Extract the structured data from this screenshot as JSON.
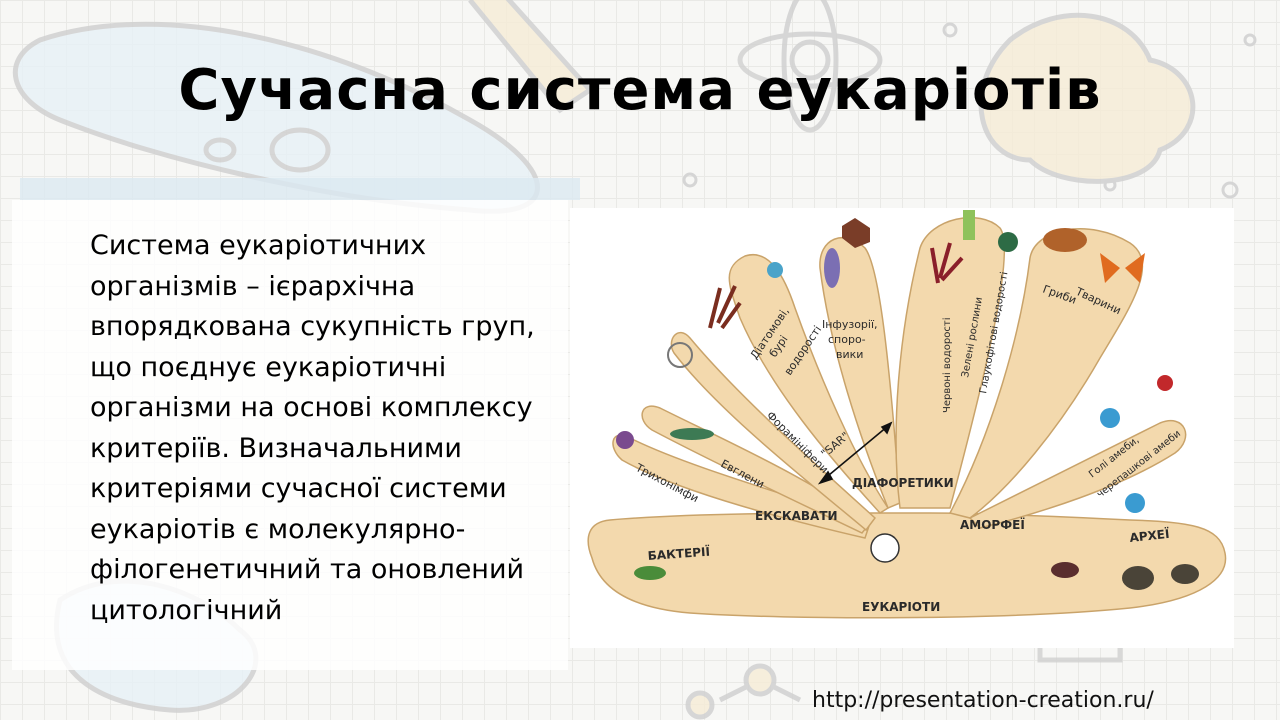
{
  "slide": {
    "title": "Сучасна система еукаріотів",
    "body_text": "Система еукаріотичних організмів – ієрархічна впорядкована сукупність груп, що поєднує еукаріотичні організми на основі комплексу критеріїв. Визначальними критеріями сучасної системи еукаріотів є молекулярно-філогенетичний та оновлений цитологічний",
    "footer_url": "http://presentation-creation.ru/"
  },
  "diagram": {
    "trunk": "ЕУКАРІОТИ",
    "groups": {
      "bacteria": "БАКТЕРІЇ",
      "archaea": "АРХЕЇ",
      "excavates": "ЕКСКАВАТИ",
      "diaphoretics": "ДІАФОРЕТИКИ",
      "amorphea": "АМОРФЕЇ",
      "sar": "\"SAR\""
    },
    "lineages": {
      "trichonymphs": "Трихонімфи",
      "euglenas": "Евглени",
      "foraminifera": "Форамініфери",
      "diatoms_1": "Діатомові,",
      "diatoms_2": "бурі",
      "diatoms_3": "водорості",
      "ciliates_1": "Інфузорії,",
      "ciliates_2": "споро-",
      "ciliates_3": "вики",
      "red_algae": "Червоні водорості",
      "green_plants": "Зелені рослини",
      "glaucophytes": "Глаукофітові водорості",
      "fungi": "Гриби",
      "animals": "Тварини",
      "amoebae_1": "Голі амеби,",
      "amoebae_2": "черепашкові амеби"
    },
    "colors": {
      "branch_fill": "#f3d9ad",
      "branch_stroke": "#c9a36a",
      "panel_bg": "#ffffff"
    }
  }
}
